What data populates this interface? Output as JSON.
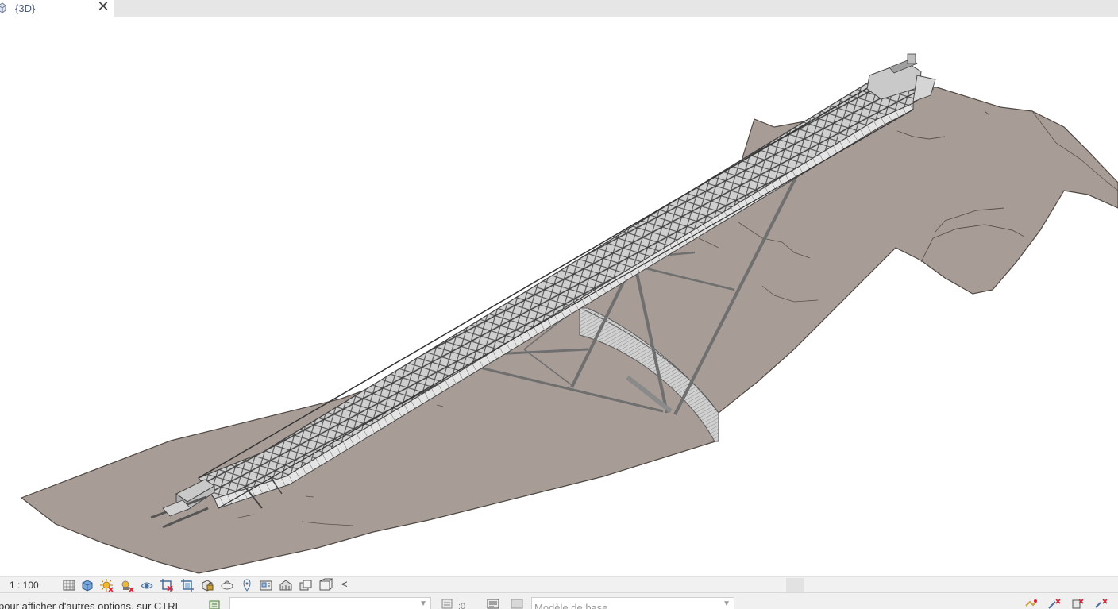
{
  "tab": {
    "label": "{3D}",
    "close_glyph": "✕",
    "icon": "3d-view-icon"
  },
  "view_control_bar": {
    "scale": "1 : 100",
    "icons": [
      "detail-level-icon",
      "visual-style-icon",
      "sun-path-icon",
      "shadows-icon",
      "render-icon",
      "crop-view-icon",
      "show-crop-region-icon",
      "unlock-3d-view-icon",
      "temporary-hide-isolate-icon",
      "reveal-hidden-elements-icon",
      "temporary-view-properties-icon",
      "worksharing-display-icon",
      "highlight-displacement-icon",
      "analytical-model-icon"
    ],
    "collapse_glyph": "<"
  },
  "status_bar": {
    "hint_text": "pour afficher d'autres options, sur CTRL",
    "selection_count": ":0",
    "model_combo": "Modèle de base",
    "right_icons": [
      "select-links-icon",
      "select-underlay-icon",
      "select-pinned-icon",
      "filter-icon"
    ]
  },
  "colors": {
    "terrain": "#a89d96",
    "terrain_edge": "#4f4844",
    "structure": "#5e5e5e",
    "tab_text": "#4a5a78"
  }
}
